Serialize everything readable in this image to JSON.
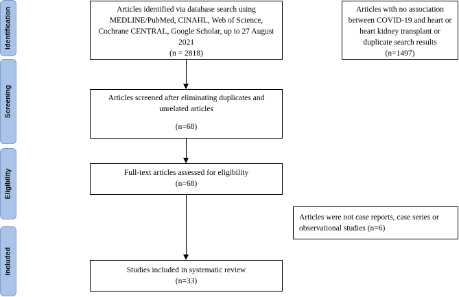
{
  "stages": {
    "identification": "Identification",
    "screening": "Screening",
    "eligibility": "Eligibility",
    "included": "Included"
  },
  "boxes": {
    "identified": {
      "text": "Articles identified via database search using MEDLINE/PubMed, CINAHL, Web of Science, Cochrane CENTRAL, Google Scholar, up to 27 August 2021",
      "count": "(n = 2818)"
    },
    "excluded_no_association": {
      "text": "Articles with no association between COVID-19 and heart or heart kidney transplant or duplicate search results",
      "count": "(n=1497)"
    },
    "screened": {
      "text": "Articles screened after eliminating duplicates and unrelated articles",
      "count": "(n=68)"
    },
    "full_text": {
      "text": "Full-text articles assessed for eligibility",
      "count": "(n=68)"
    },
    "excluded_not_case": {
      "text": "Articles were not case reports, case series or observational studies (n=6)"
    },
    "included": {
      "text": "Studies included in systematic review",
      "count": "(n=33)"
    }
  }
}
